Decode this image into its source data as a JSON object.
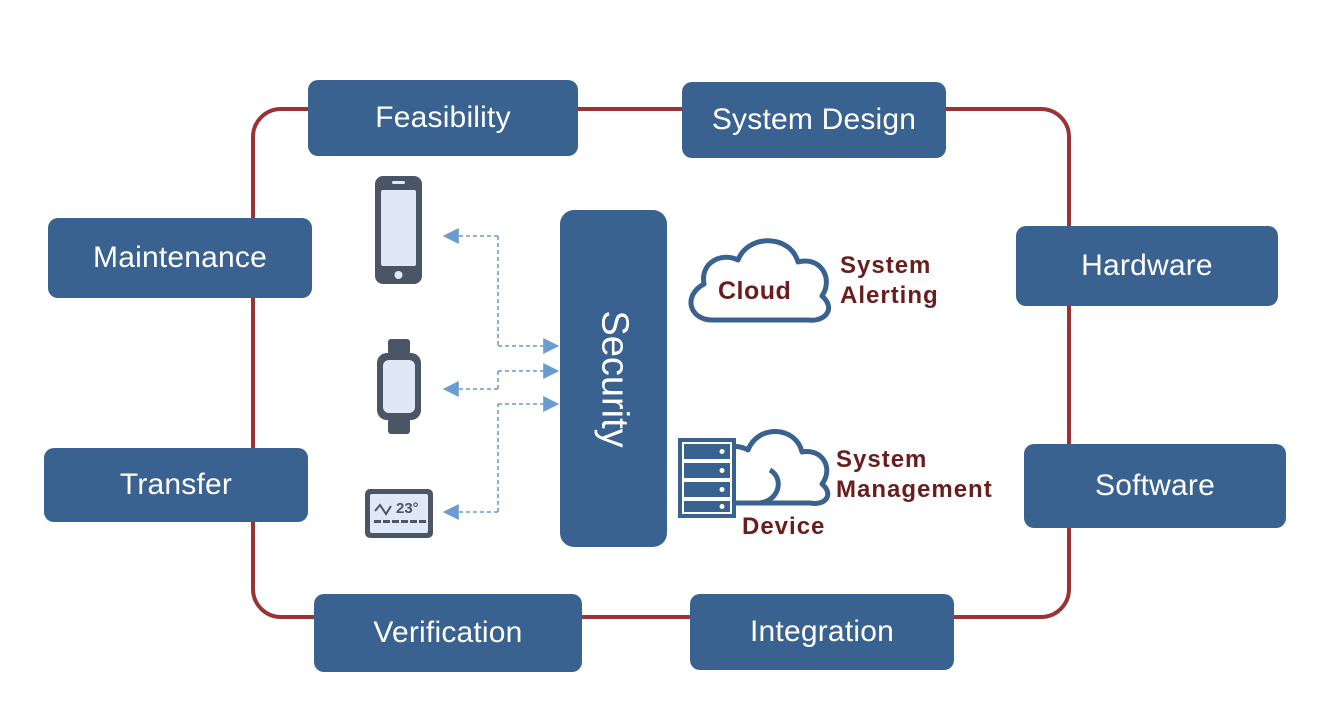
{
  "phases": {
    "feasibility": "Feasibility",
    "system_design": "System Design",
    "maintenance": "Maintenance",
    "hardware": "Hardware",
    "transfer": "Transfer",
    "software": "Software",
    "verification": "Verification",
    "integration": "Integration"
  },
  "center": {
    "security": "Security"
  },
  "cloud": {
    "label": "Cloud",
    "caption_line1": "System",
    "caption_line2": "Alerting"
  },
  "device": {
    "label": "Device",
    "caption_line1": "System",
    "caption_line2": "Management"
  },
  "thermostat": {
    "reading": "23°"
  },
  "colors": {
    "phase_box": "#3a6291",
    "loop": "#9a3434",
    "caption": "#6b1c1c",
    "arrow": "#6a9bd1"
  }
}
